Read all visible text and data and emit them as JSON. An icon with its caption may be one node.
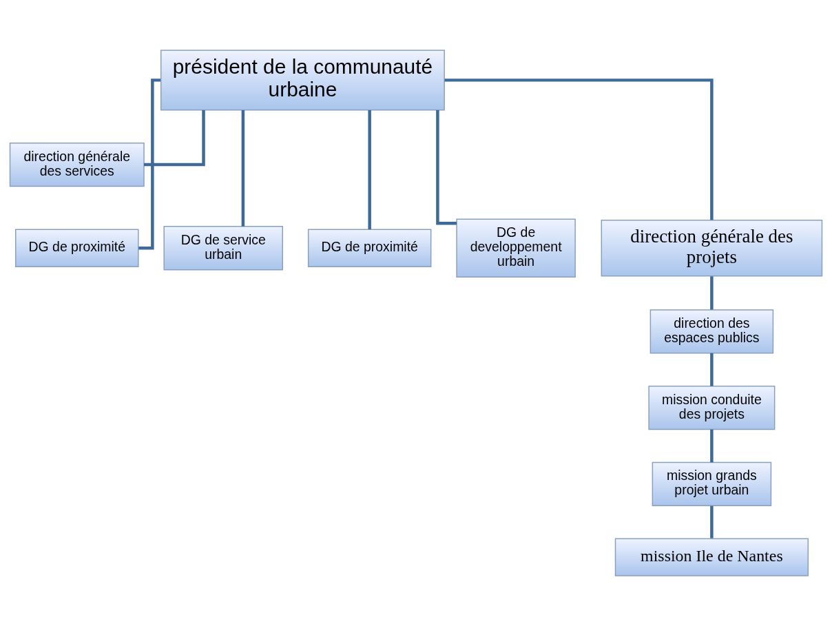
{
  "diagram": {
    "nodes": [
      {
        "text": [
          "président de la communauté urbaine"
        ]
      },
      {
        "text": [
          "direction générale des services"
        ]
      },
      {
        "text": [
          "DG de proximité"
        ]
      },
      {
        "text": [
          "DG de service urbain"
        ]
      },
      {
        "text": [
          "DG de proximité"
        ]
      },
      {
        "text": [
          "DG de developpement urbain"
        ]
      },
      {
        "text": [
          "direction générale des projets"
        ]
      },
      {
        "text": [
          "direction des espaces publics"
        ]
      },
      {
        "text": [
          "mission conduite des projets"
        ]
      },
      {
        "text": [
          "mission grands projet urbain"
        ]
      },
      {
        "text": [
          "mission Ile de Nantes"
        ]
      }
    ],
    "edges": [
      {
        "from": 0,
        "to": 1,
        "arrow": "none"
      },
      {
        "from": 0,
        "to": 2,
        "arrow": "none"
      },
      {
        "from": 0,
        "to": 3,
        "arrow": "none"
      },
      {
        "from": 0,
        "to": 4,
        "arrow": "none"
      },
      {
        "from": 0,
        "to": 5,
        "arrow": "none"
      },
      {
        "from": 0,
        "to": 6,
        "arrow": "none"
      },
      {
        "from": 6,
        "to": 7,
        "arrow": "none"
      },
      {
        "from": 7,
        "to": 8,
        "arrow": "none"
      },
      {
        "from": 8,
        "to": 9,
        "arrow": "none"
      },
      {
        "from": 9,
        "to": 10,
        "arrow": "none"
      }
    ]
  }
}
